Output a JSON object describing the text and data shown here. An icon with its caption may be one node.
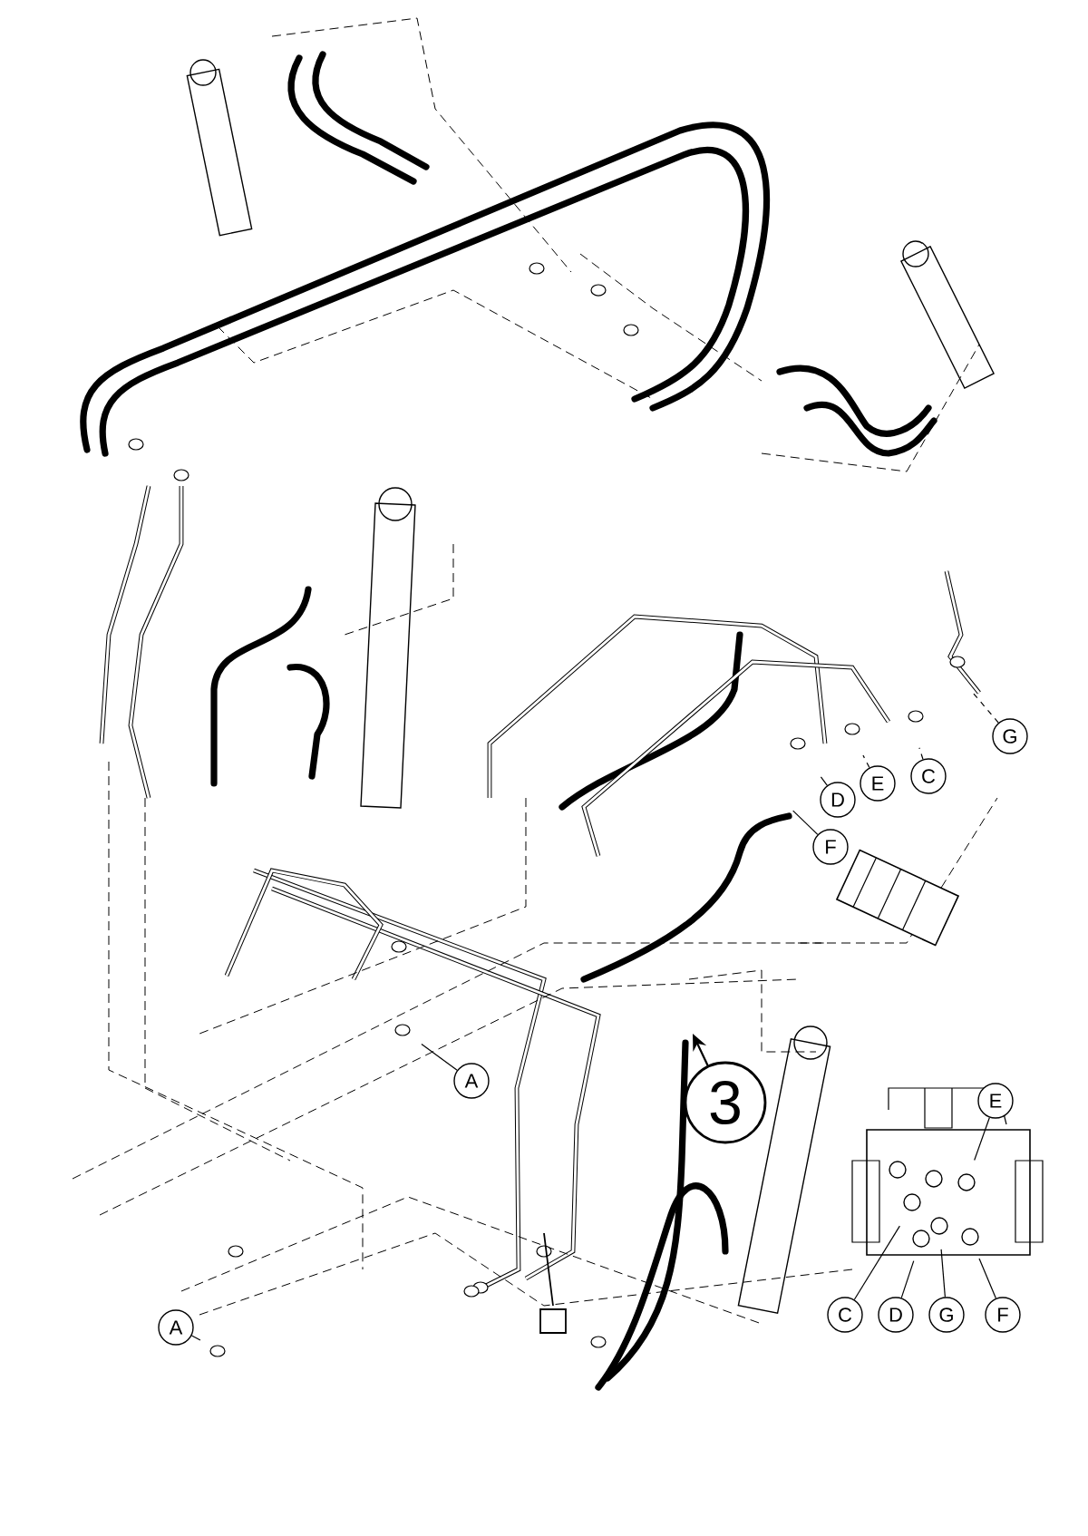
{
  "diagram": {
    "nodes": [
      {
        "text": [
          "D"
        ]
      },
      {
        "text": [
          "E"
        ]
      },
      {
        "text": [
          "C"
        ]
      },
      {
        "text": [
          "G"
        ]
      },
      {
        "text": [
          "F"
        ]
      },
      {
        "text": [
          "A"
        ]
      },
      {
        "text": [
          "3"
        ]
      },
      {
        "text": [
          "E"
        ]
      },
      {
        "text": [
          "A"
        ]
      },
      {
        "text": [
          "C"
        ]
      },
      {
        "text": [
          "D"
        ]
      },
      {
        "text": [
          "G"
        ]
      },
      {
        "text": [
          "F"
        ]
      }
    ],
    "edges": [
      {
        "from": 0,
        "to": null,
        "arrow": "none"
      },
      {
        "from": 1,
        "to": null,
        "arrow": "none",
        "style": "dashed"
      },
      {
        "from": 2,
        "to": null,
        "arrow": "none",
        "style": "dashed"
      },
      {
        "from": 3,
        "to": null,
        "arrow": "none",
        "style": "dashed"
      },
      {
        "from": 4,
        "to": null,
        "arrow": "none"
      },
      {
        "from": 5,
        "to": null,
        "arrow": "none"
      },
      {
        "from": 6,
        "to": null,
        "arrow": "to"
      },
      {
        "from": 7,
        "to": null,
        "arrow": "none"
      },
      {
        "from": 8,
        "to": null,
        "arrow": "none"
      },
      {
        "from": 9,
        "to": null,
        "arrow": "none"
      },
      {
        "from": 10,
        "to": null,
        "arrow": "none"
      },
      {
        "from": 11,
        "to": null,
        "arrow": "none"
      },
      {
        "from": 12,
        "to": null,
        "arrow": "none"
      }
    ]
  }
}
